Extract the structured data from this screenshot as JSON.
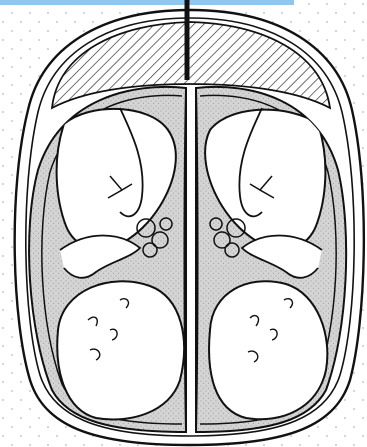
{
  "figure": {
    "subject": "twin-fetuses-in-uterus-diagram",
    "panels": [
      "left-twin",
      "right-twin"
    ]
  },
  "colors": {
    "accent_bar": "#8ec8f2",
    "line": "#111111",
    "stipple_fill": "#d4d4d4",
    "hatch": "#222222",
    "dots_background": "#b9b9b9",
    "background": "#ffffff"
  },
  "icons": [
    "pointer-line",
    "placenta-hatch",
    "dividing-membrane",
    "fetus-outline",
    "umbilical-cord"
  ]
}
